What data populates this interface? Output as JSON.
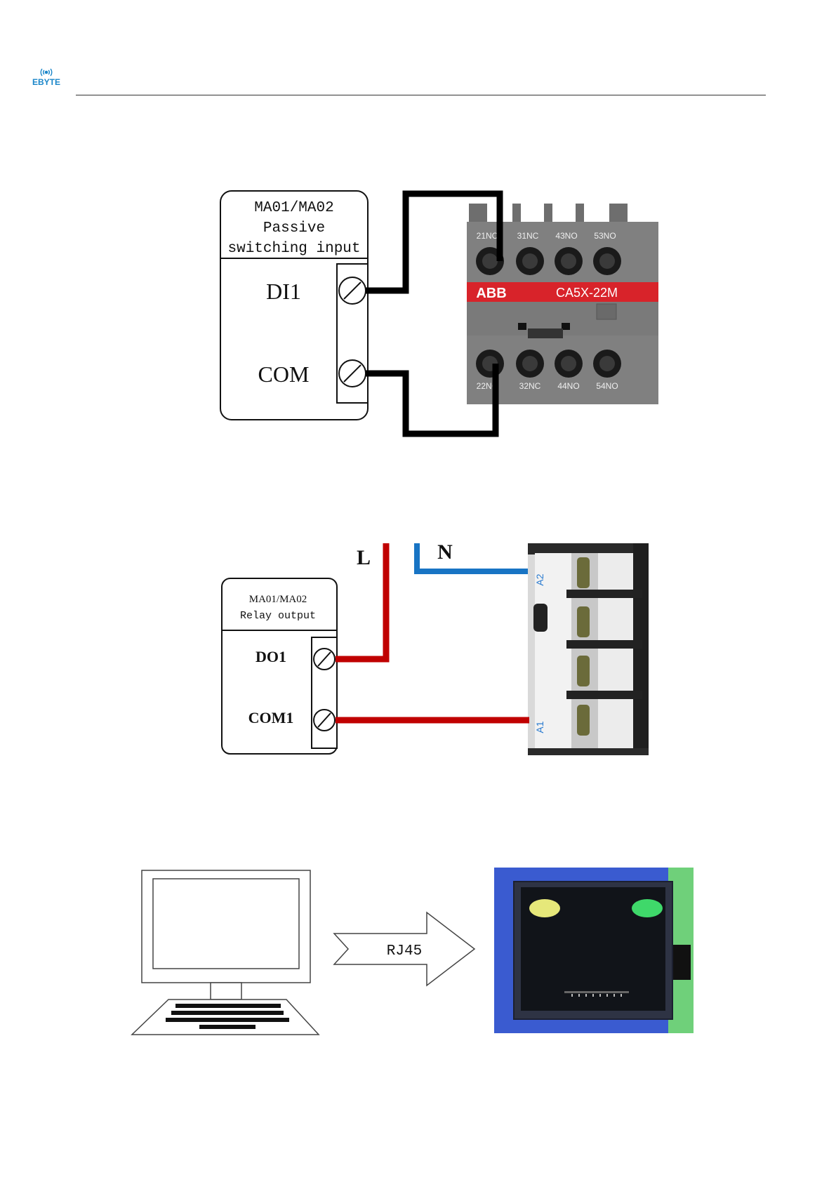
{
  "header": {
    "logo_text": "EBYTE"
  },
  "diagram1": {
    "module_title": [
      "MA01/MA02",
      "Passive",
      "switching input"
    ],
    "terminal_1": "DI1",
    "terminal_2": "COM",
    "contact_brand": "ABB",
    "contact_model": "CA5X-22M",
    "top_labels": [
      "21NC",
      "31NC",
      "43NO",
      "53NO"
    ],
    "bottom_labels": [
      "22NC",
      "32NC",
      "44NO",
      "54NO"
    ],
    "wire_color": "#000000",
    "brand_band_color": "#d8232a"
  },
  "diagram2": {
    "module_title": [
      "MA01/MA02",
      "Relay output"
    ],
    "terminal_1": "DO1",
    "terminal_2": "COM1",
    "line_label": "L",
    "neutral_label": "N",
    "coil_top": "A2",
    "coil_bottom": "A1",
    "line_color": "#c00000",
    "neutral_color": "#1874c4"
  },
  "diagram3": {
    "arrow_label": "RJ45",
    "device_color": "#3a5bd0",
    "led_left_color": "#e6e87a",
    "led_right_color": "#3fd86a"
  }
}
